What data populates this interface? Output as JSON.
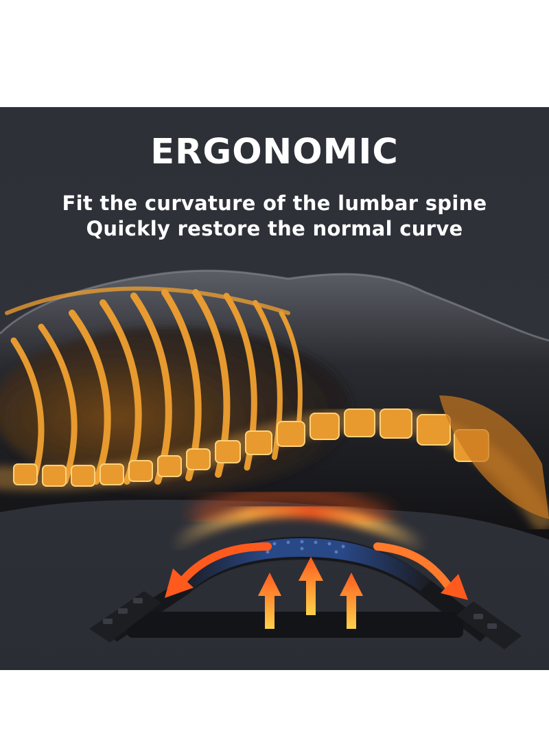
{
  "headline": "ERGONOMIC",
  "subtitle_lines": [
    "Fit the curvature of the lumbar spine",
    "Quickly restore the normal curve"
  ],
  "colors": {
    "background": "#ffffff",
    "panel": "#2e3038",
    "text": "#ffffff",
    "bone_glow": "#f0a030",
    "stretcher_body": "#16171b",
    "stretcher_top": "#2a4a8c",
    "arrow_orange": "#ff5a1e",
    "arrow_yellow": "#ffc23a"
  },
  "icons": [
    "curved-arrow-left-icon",
    "curved-arrow-right-icon",
    "up-arrow-icon"
  ]
}
